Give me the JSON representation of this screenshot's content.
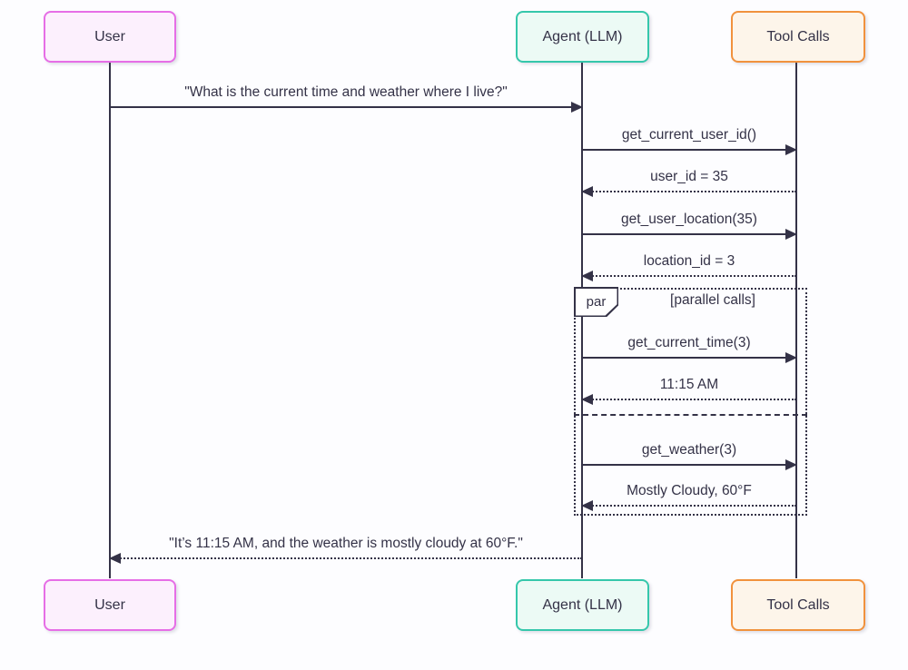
{
  "diagram": {
    "type": "sequence-diagram",
    "actors": [
      {
        "id": "user",
        "label": "User"
      },
      {
        "id": "agent",
        "label": "Agent (LLM)"
      },
      {
        "id": "tool",
        "label": "Tool Calls"
      }
    ],
    "messages": [
      {
        "text": "\"What is the current time and weather where I live?\"",
        "from": "user",
        "to": "agent",
        "line": "solid",
        "direction": "right"
      },
      {
        "text": "get_current_user_id()",
        "from": "agent",
        "to": "tool",
        "line": "solid",
        "direction": "right"
      },
      {
        "text": "user_id = 35",
        "from": "tool",
        "to": "agent",
        "line": "dotted",
        "direction": "left"
      },
      {
        "text": "get_user_location(35)",
        "from": "agent",
        "to": "tool",
        "line": "solid",
        "direction": "right"
      },
      {
        "text": "location_id = 3",
        "from": "tool",
        "to": "agent",
        "line": "dotted",
        "direction": "left"
      },
      {
        "text": "get_current_time(3)",
        "from": "agent",
        "to": "tool",
        "line": "solid",
        "direction": "right"
      },
      {
        "text": "11:15 AM",
        "from": "tool",
        "to": "agent",
        "line": "dotted",
        "direction": "left"
      },
      {
        "text": "get_weather(3)",
        "from": "agent",
        "to": "tool",
        "line": "solid",
        "direction": "right"
      },
      {
        "text": "Mostly Cloudy, 60°F",
        "from": "tool",
        "to": "agent",
        "line": "dotted",
        "direction": "left"
      },
      {
        "text": "\"It’s 11:15 AM, and the weather is mostly cloudy at 60°F.\"",
        "from": "agent",
        "to": "user",
        "line": "dotted",
        "direction": "left"
      }
    ],
    "par_block": {
      "label": "par",
      "condition": "[parallel calls]",
      "contains": [
        "get_current_time(3) / 11:15 AM",
        "get_weather(3) / Mostly Cloudy, 60°F"
      ]
    },
    "colors": {
      "background": "#fdfdff",
      "line_and_text": "#343247",
      "user_fill": "#fcf0fd",
      "user_border": "#e66ee6",
      "agent_fill": "#ecfaf5",
      "agent_border": "#35c7ab",
      "tool_fill": "#fdf5ea",
      "tool_border": "#f1923d"
    }
  }
}
